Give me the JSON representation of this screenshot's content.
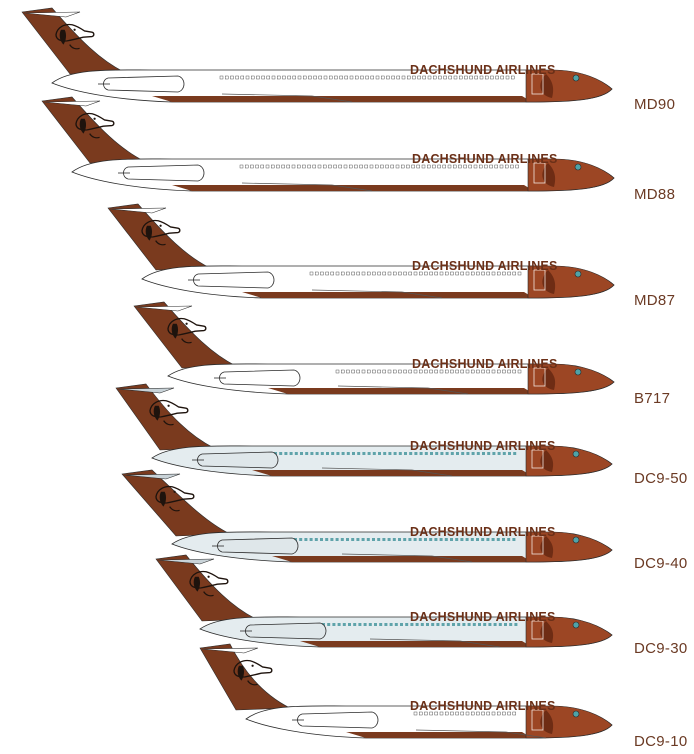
{
  "livery": {
    "airline_name": "DACHSHUND AIRLINES",
    "colors": {
      "brown": "#7a3a1e",
      "dog_red": "#9c4624",
      "fuselage_white": "#ffffff",
      "bare_metal": "#e4ecef",
      "window_teal": "#5fa3aa",
      "outline": "#2b2b2b"
    }
  },
  "aircraft": [
    {
      "model": "MD90",
      "finish": "outline"
    },
    {
      "model": "MD88",
      "finish": "outline"
    },
    {
      "model": "MD87",
      "finish": "outline"
    },
    {
      "model": "B717",
      "finish": "outline"
    },
    {
      "model": "DC9-50",
      "finish": "bare-metal"
    },
    {
      "model": "DC9-40",
      "finish": "bare-metal"
    },
    {
      "model": "DC9-30",
      "finish": "bare-metal"
    },
    {
      "model": "DC9-10",
      "finish": "outline"
    }
  ]
}
